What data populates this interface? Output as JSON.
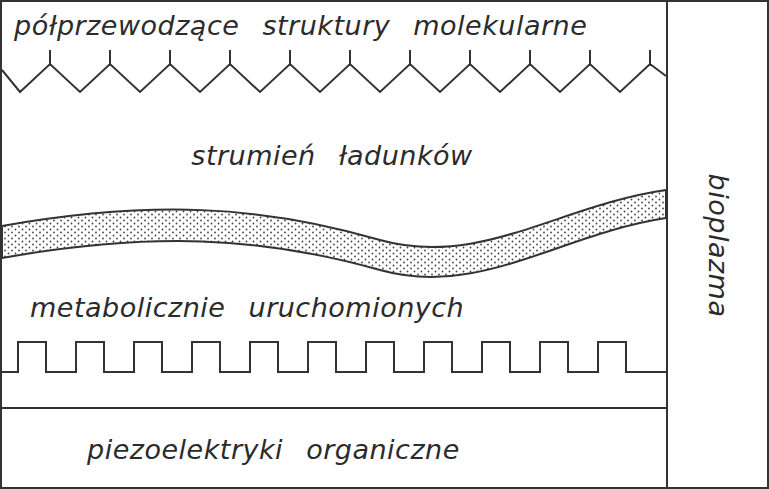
{
  "diagram": {
    "nodes": [
      {
        "text": [
          "półprzewodzące struktury molekularne",
          "strumień ładunków",
          "metabolicznie uruchomionych",
          "piezoelektryki organiczne"
        ]
      },
      {
        "text": [
          "bioplazma"
        ]
      }
    ]
  }
}
